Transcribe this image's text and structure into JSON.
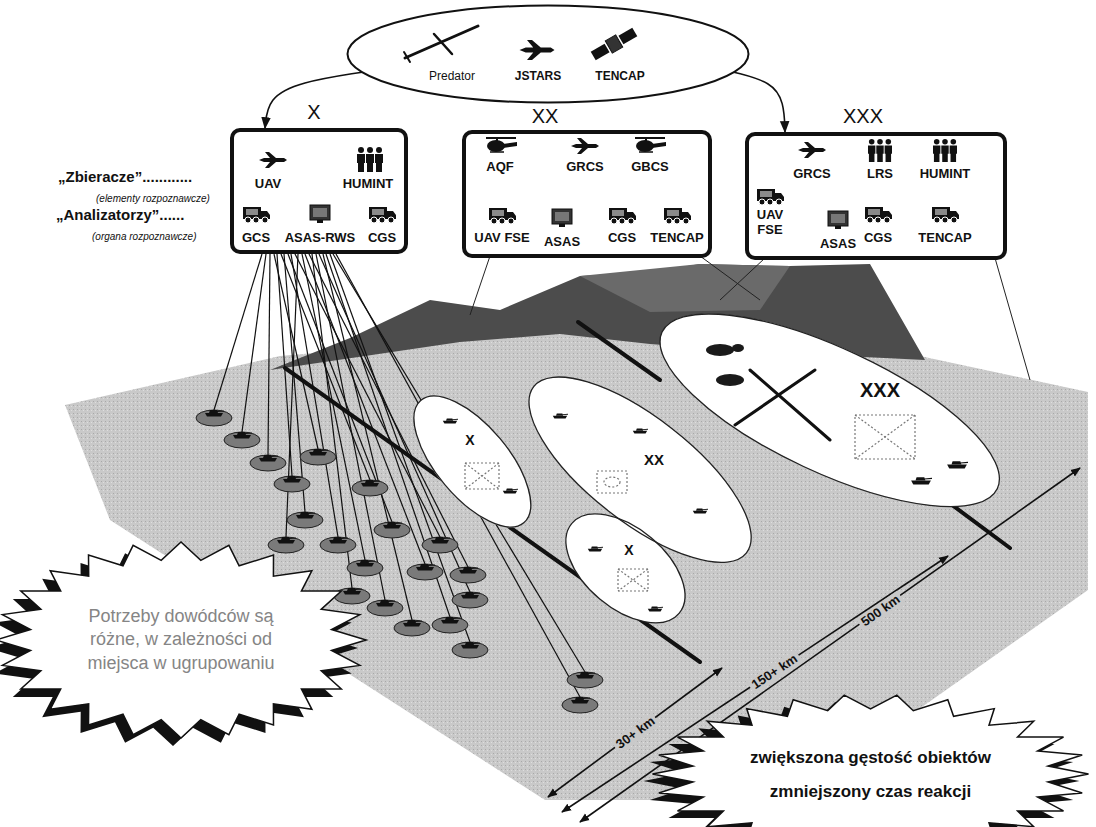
{
  "diagram": {
    "nodes": [
      {
        "text": [
          "Predator",
          "JSTARS",
          "TENCAP"
        ]
      },
      {
        "text": [
          "X",
          "UAV",
          "HUMINT",
          "GCS",
          "ASAS-RWS",
          "CGS"
        ]
      },
      {
        "text": [
          "XX",
          "AQF",
          "GRCS",
          "GBCS",
          "UAV FSE",
          "ASAS",
          "CGS",
          "TENCAP"
        ]
      },
      {
        "text": [
          "XXX",
          "GRCS",
          "LRS",
          "HUMINT",
          "UAV FSE",
          "ASAS",
          "CGS",
          "TENCAP"
        ]
      },
      {
        "text": [
          "X"
        ]
      },
      {
        "text": [
          "XX"
        ]
      },
      {
        "text": [
          "X"
        ]
      },
      {
        "text": [
          "XXX"
        ]
      },
      {
        "text": [
          "Potrzeby dowódców są różne, w zależności od miejsca w ugrupowaniu"
        ]
      },
      {
        "text": [
          "zwiększona gęstość obiektów",
          "zmniejszony czas reakcji"
        ]
      }
    ],
    "edges": [
      {
        "from": 0,
        "to": 1,
        "arrow": "to"
      },
      {
        "from": 0,
        "to": 3,
        "arrow": "to"
      }
    ],
    "labels": [
      "„Zbieracze”............",
      "(elementy rozpoznawcze)",
      "„Analizatorzy”......",
      "(organa rozpoznawcze)",
      "30+ km",
      "150+ km",
      "500 km"
    ]
  }
}
